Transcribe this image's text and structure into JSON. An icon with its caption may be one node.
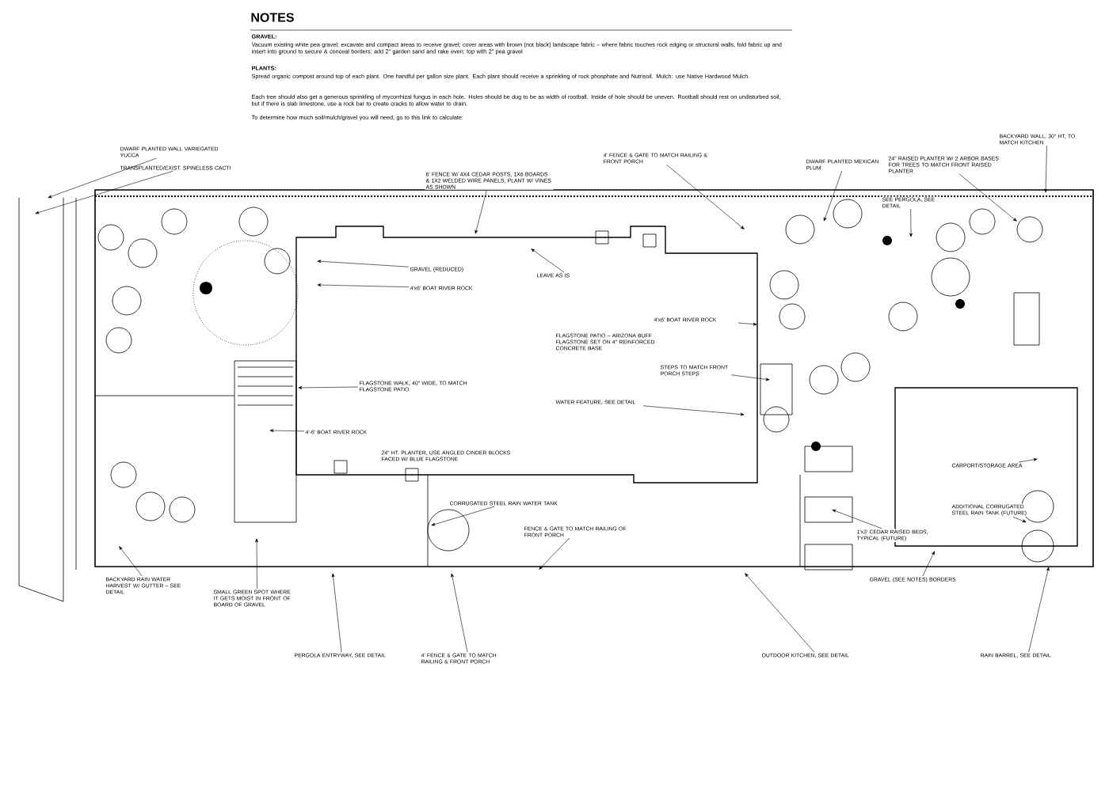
{
  "diagram": {
    "title": "NOTES",
    "nodes": [
      {
        "text": [
          "DWARF PLANTED WALL VARIEGATED YUCCA"
        ]
      },
      {
        "text": [
          "TRANSPLANTED/EXIST. SPINELESS CACTI"
        ]
      },
      {
        "text": [
          "6' FENCE W/ 4X4 CEDAR POSTS, 1X6 BOARDS & 1X2 WELDED WIRE PANELS, PLANT W/ VINES AS SHOWN"
        ]
      },
      {
        "text": [
          "4' FENCE & GATE TO MATCH RAILING & FRONT PORCH"
        ]
      },
      {
        "text": [
          "GRAVEL (REDUCED)"
        ]
      },
      {
        "text": [
          "4'x6' BOAT RIVER ROCK"
        ]
      },
      {
        "text": [
          "LEAVE AS IS"
        ]
      },
      {
        "text": [
          "FLAGSTONE WALK, 40\" WIDE, TO MATCH FLAGSTONE PATIO"
        ]
      },
      {
        "text": [
          "STEPS TO MATCH FRONT PORCH STEPS"
        ]
      },
      {
        "text": [
          "WATER FEATURE, SEE DETAIL"
        ]
      },
      {
        "text": [
          "4'x6' BOAT RIVER ROCK"
        ]
      },
      {
        "text": [
          "4'-6' BOAT RIVER ROCK"
        ]
      },
      {
        "text": [
          "CORRUGATED STEEL RAIN WATER TANK"
        ]
      },
      {
        "text": [
          "FENCE & GATE TO MATCH RAILING OF FRONT PORCH"
        ]
      },
      {
        "text": [
          "BACKYARD RAIN WATER HARVEST W/ GUTTER – SEE DETAIL"
        ]
      },
      {
        "text": [
          "SMALL GREEN SPOT WHERE IT GETS MOIST IN FRONT OF BOARD OF GRAVEL"
        ]
      },
      {
        "text": [
          "DWARF PLANTED MEXICAN PLUM"
        ]
      },
      {
        "text": [
          "24\" RAISED PLANTER W/ 2 ARBOR BASES FOR TREES TO MATCH FRONT RAISED PLANTER"
        ]
      },
      {
        "text": [
          "BACKYARD WALL, 30\" HT, TO MATCH KITCHEN"
        ]
      },
      {
        "text": [
          "SEE PERGOLA, SEE DETAIL"
        ]
      },
      {
        "text": [
          "CARPORT/STORAGE AREA"
        ]
      },
      {
        "text": [
          "1'x3' CEDAR RAISED BEDS, TYPICAL (FUTURE)"
        ]
      },
      {
        "text": [
          "ADDITIONAL CORRUGATED STEEL RAIN TANK (FUTURE)"
        ]
      },
      {
        "text": [
          "GRAVEL (SEE NOTES) BORDERS"
        ]
      },
      {
        "text": [
          "PERGOLA ENTRYWAY, SEE DETAIL"
        ]
      },
      {
        "text": [
          "4' FENCE & GATE TO MATCH RAILING & FRONT PORCH"
        ]
      },
      {
        "text": [
          "RAIN BARREL, SEE DETAIL"
        ]
      },
      {
        "text": [
          "OUTDOOR KITCHEN, SEE DETAIL"
        ]
      }
    ],
    "edges": [
      {
        "from": 0,
        "to": null,
        "arrow": "to"
      },
      {
        "from": 1,
        "to": null,
        "arrow": "to"
      },
      {
        "from": 2,
        "to": null,
        "arrow": "to"
      },
      {
        "from": 3,
        "to": null,
        "arrow": "to"
      },
      {
        "from": 4,
        "to": null,
        "arrow": "to"
      },
      {
        "from": 5,
        "to": null,
        "arrow": "to"
      },
      {
        "from": 6,
        "to": null,
        "arrow": "to"
      },
      {
        "from": 7,
        "to": null,
        "arrow": "to"
      },
      {
        "from": 8,
        "to": null,
        "arrow": "to"
      },
      {
        "from": 9,
        "to": null,
        "arrow": "to"
      },
      {
        "from": 10,
        "to": null,
        "arrow": "to"
      },
      {
        "from": 11,
        "to": null,
        "arrow": "to"
      },
      {
        "from": 12,
        "to": null,
        "arrow": "to"
      },
      {
        "from": 13,
        "to": null,
        "arrow": "to"
      },
      {
        "from": 14,
        "to": null,
        "arrow": "to"
      },
      {
        "from": 15,
        "to": null,
        "arrow": "to"
      },
      {
        "from": 16,
        "to": null,
        "arrow": "to"
      },
      {
        "from": 17,
        "to": null,
        "arrow": "to"
      },
      {
        "from": 18,
        "to": null,
        "arrow": "to"
      },
      {
        "from": 19,
        "to": null,
        "arrow": "to"
      },
      {
        "from": 20,
        "to": null,
        "arrow": "to"
      },
      {
        "from": 21,
        "to": null,
        "arrow": "to"
      },
      {
        "from": 22,
        "to": null,
        "arrow": "to"
      },
      {
        "from": 23,
        "to": null,
        "arrow": "to"
      },
      {
        "from": 24,
        "to": null,
        "arrow": "to"
      },
      {
        "from": 25,
        "to": null,
        "arrow": "to"
      },
      {
        "from": 26,
        "to": null,
        "arrow": "to"
      },
      {
        "from": 27,
        "to": null,
        "arrow": "to"
      }
    ],
    "labels": [
      "GRAVEL:",
      "Vacuum existing white pea gravel; excavate and compact areas to receive gravel; cover areas with brown (not black) landscape fabric – where fabric touches rock edging or structural walls, fold fabric up and insert into ground to secure & conceal borders; add 2\" garden sand and rake even; top with 2\" pea gravel",
      "PLANTS:",
      "Spread organic compost around top of each plant. One handful per gallon size plant. Each plant should receive a sprinkling of rock phosphate and Nutrisoil. Mulch: use Native Hardwood Mulch.",
      "Each tree should also get a generous sprinkling of mycorrhizal fungus in each hole. Holes should be dug to be as width of rootball. Inside of hole should be uneven. Rootball should rest on undisturbed soil, but if there is slab limestone, use a rock bar to create cracks to allow water to drain.",
      "To determine how much soil/mulch/gravel you will need, go to this link to calculate:",
      "FLAGSTONE PATIO – ARIZONA BUFF FLAGSTONE SET ON 4\" REINFORCED CONCRETE BASE",
      "24\" HT. PLANTER, USE ANGLED CINDER BLOCKS FACED W/ BLUE FLAGSTONE"
    ]
  }
}
